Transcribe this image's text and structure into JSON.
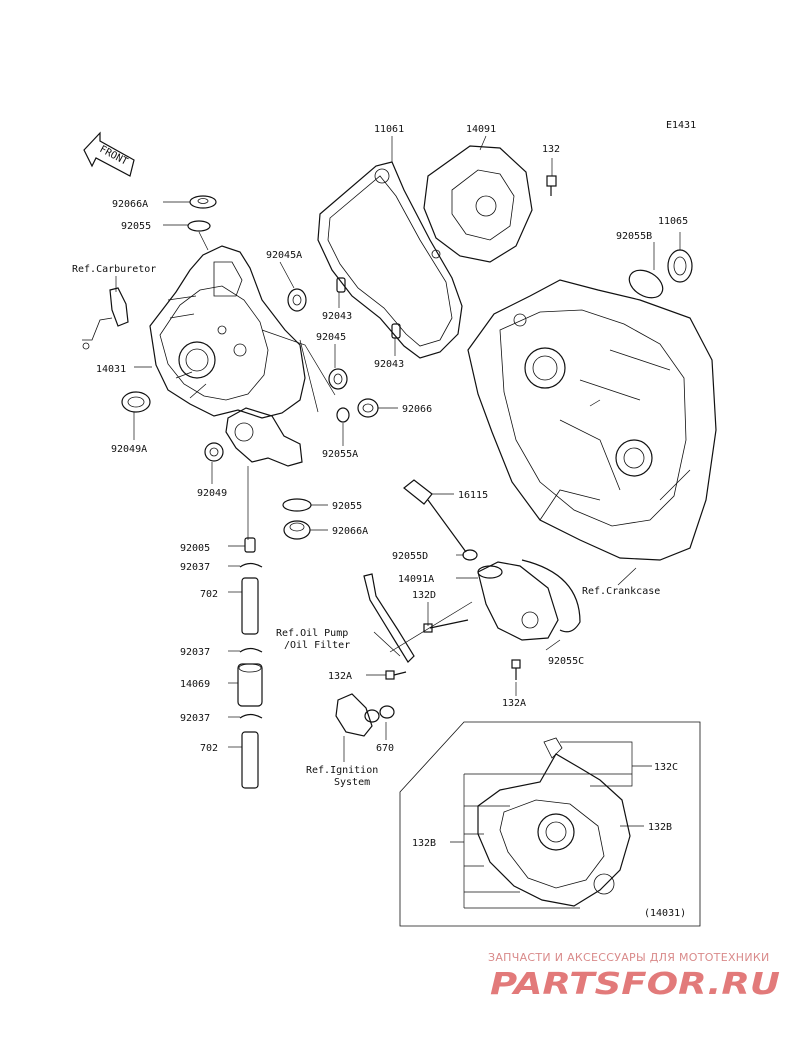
{
  "diagram_id": "E1431",
  "front_arrow": "FRONT",
  "labels": {
    "p92066A_top": "92066A",
    "p92055_top": "92055",
    "ref_carburetor": "Ref.Carburetor",
    "p14031": "14031",
    "p92049A": "92049A",
    "p92049": "92049",
    "p92005": "92005",
    "p92037_a": "92037",
    "p702_a": "702",
    "p92037_b": "92037",
    "p14069": "14069",
    "p92037_c": "92037",
    "p702_b": "702",
    "p11061": "11061",
    "p14091": "14091",
    "p132": "132",
    "p11065": "11065",
    "p92055B": "92055B",
    "p92045A": "92045A",
    "p92043_a": "92043",
    "p92045": "92045",
    "p92043_b": "92043",
    "p92066": "92066",
    "p92055A": "92055A",
    "p16115": "16115",
    "p92055_mid": "92055",
    "p92066A_mid": "92066A",
    "p92055D": "92055D",
    "p14091A": "14091A",
    "ref_crankcase": "Ref.Crankcase",
    "p132D": "132D",
    "ref_oil_pump_1": "Ref.Oil Pump",
    "ref_oil_pump_2": "/Oil Filter",
    "p92055C": "92055C",
    "p132A_left": "132A",
    "p132A_right": "132A",
    "p670": "670",
    "ref_ignition_1": "Ref.Ignition",
    "ref_ignition_2": "System",
    "p132C": "132C",
    "p132B_right": "132B",
    "p132B_left": "132B",
    "p14031_inset": "(14031)"
  },
  "watermark": {
    "tagline": "ЗАПЧАСТИ И АКСЕССУАРЫ ДЛЯ МОТОТЕХНИКИ",
    "brand": "PARTSFOR.RU"
  },
  "colors": {
    "line": "#111111",
    "watermark": "#e27a7a"
  }
}
